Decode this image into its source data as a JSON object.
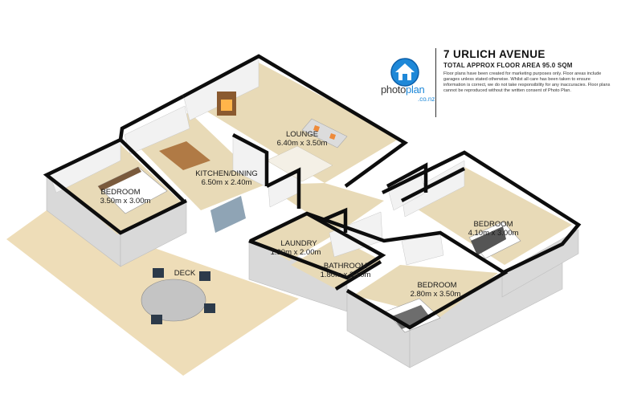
{
  "header": {
    "logo_brand_part1": "photo",
    "logo_brand_part2": "plan",
    "logo_tld": ".co.nz",
    "property_title": "7 URLICH AVENUE",
    "floor_area": "TOTAL APPROX FLOOR AREA 95.0 SQM",
    "disclaimer": "Floor plans have been created for marketing purposes only. Floor areas include garages unless stated otherwise. Whilst all care has been taken to ensure information is correct, we do not take responsibility for any inaccuracies. Floor plans cannot be reproduced without the written consent of Photo Plan."
  },
  "rooms": [
    {
      "name": "LOUNGE",
      "size": "6.40m x 3.50m"
    },
    {
      "name": "KITCHEN/DINING",
      "size": "6.50m x 2.40m"
    },
    {
      "name": "BEDROOM",
      "size": "3.50m x 3.00m"
    },
    {
      "name": "BEDROOM",
      "size": "4.10m x 3.00m"
    },
    {
      "name": "LAUNDRY",
      "size": "1.30m x 2.00m"
    },
    {
      "name": "BATHROOM",
      "size": "1.80m x 3.10m"
    },
    {
      "name": "BEDROOM",
      "size": "2.80m x 3.50m"
    },
    {
      "name": "DECK",
      "size": ""
    }
  ],
  "colors": {
    "floor": "#e8dab7",
    "deck": "#eeddb8",
    "wall_top": "#0d0d0d",
    "wall_inner": "#f1f1f1",
    "wall_outer": "#dcdcdc",
    "brand_blue": "#1e88d8"
  }
}
